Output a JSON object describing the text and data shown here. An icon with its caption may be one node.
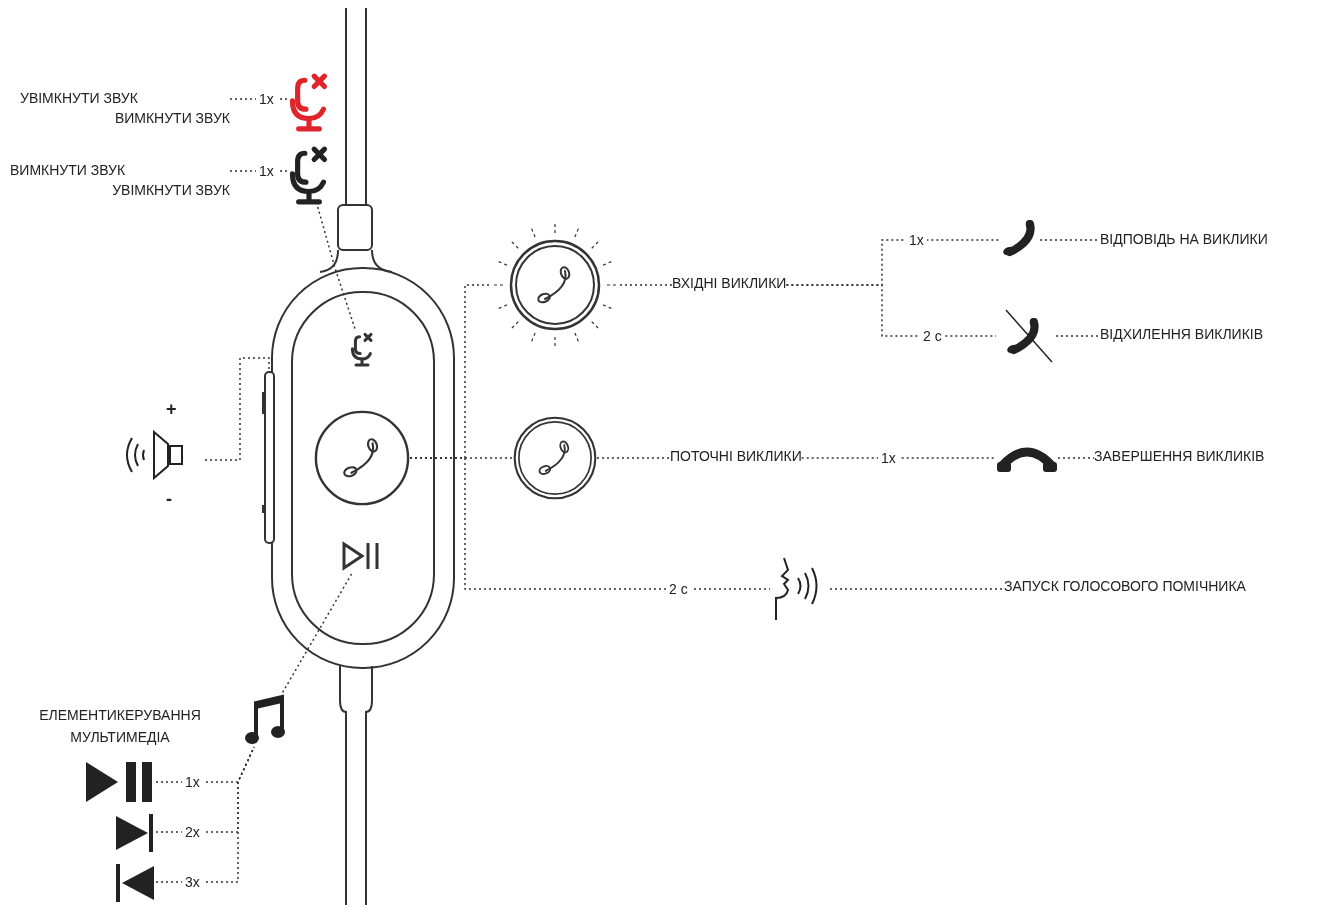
{
  "diagram": {
    "nodes": [
      {
        "text": [],
        "shape": "microphone"
      },
      {
        "text": [],
        "shape": "circle"
      },
      {
        "text": [],
        "shape": "play"
      },
      {
        "text": [],
        "shape": "bar"
      },
      {
        "text": [],
        "shape": "microphone"
      },
      {
        "text": [],
        "shape": "microphone"
      },
      {
        "text": [
          "УВІМКНУТИ ЗВУК",
          "ВИМКНУТИ ЗВУК"
        ]
      },
      {
        "text": [
          "ВИМКНУТИ ЗВУК",
          "УВІМКНУТИ ЗВУК"
        ]
      },
      {
        "text": [],
        "shape": "speaker",
        "beside": [
          "+",
          "-"
        ]
      },
      {
        "text": [],
        "shape": "circle"
      },
      {
        "text": [],
        "shape": "circle"
      },
      {
        "text": [
          "ВХІДНІ ВИКЛИКИ"
        ]
      },
      {
        "text": [],
        "shape": "phone"
      },
      {
        "text": [
          "ВІДПОВІДЬ НА ВИКЛИКИ"
        ]
      },
      {
        "text": [],
        "shape": "phone"
      },
      {
        "text": [
          "ВІДХИЛЕННЯ ВИКЛИКІВ"
        ]
      },
      {
        "text": [
          "ПОТОЧНІ ВИКЛИКИ"
        ]
      },
      {
        "text": [],
        "shape": "phone"
      },
      {
        "text": [
          "ЗАВЕРШЕННЯ ВИКЛИКІВ"
        ]
      },
      {
        "text": [],
        "shape": "person"
      },
      {
        "text": [
          "ЗАПУСК ГОЛОСОВОГО ПОМІЧНИКА"
        ]
      },
      {
        "text": [],
        "shape": "note"
      },
      {
        "text": [],
        "shape": "play"
      },
      {
        "text": [],
        "shape": "play"
      },
      {
        "text": [],
        "shape": "play"
      }
    ],
    "edges": [
      {
        "from": 6,
        "to": 4,
        "arrow": "none",
        "label": "1x"
      },
      {
        "from": 7,
        "to": 5,
        "arrow": "none",
        "label": "1x"
      },
      {
        "from": 5,
        "to": 0,
        "arrow": "none"
      },
      {
        "from": 8,
        "to": 3,
        "arrow": "none"
      },
      {
        "from": 1,
        "to": 9,
        "arrow": "none"
      },
      {
        "from": 1,
        "to": 10,
        "arrow": "none"
      },
      {
        "from": 1,
        "to": 19,
        "arrow": "none",
        "label": "2 с"
      },
      {
        "from": 9,
        "to": 11,
        "arrow": "none"
      },
      {
        "from": 11,
        "to": 12,
        "arrow": "none",
        "label": "1x"
      },
      {
        "from": 12,
        "to": 13,
        "arrow": "none"
      },
      {
        "from": 11,
        "to": 14,
        "arrow": "none",
        "label": "2 с"
      },
      {
        "from": 14,
        "to": 15,
        "arrow": "none"
      },
      {
        "from": 10,
        "to": 16,
        "arrow": "none"
      },
      {
        "from": 16,
        "to": 17,
        "arrow": "none",
        "label": "1x"
      },
      {
        "from": 17,
        "to": 18,
        "arrow": "none"
      },
      {
        "from": 19,
        "to": 20,
        "arrow": "none"
      },
      {
        "from": 2,
        "to": 21,
        "arrow": "none"
      },
      {
        "from": 22,
        "to": 21,
        "arrow": "none",
        "label": "1x"
      },
      {
        "from": 23,
        "to": 21,
        "arrow": "none",
        "label": "2x"
      },
      {
        "from": 24,
        "to": 21,
        "arrow": "none",
        "label": "3x"
      }
    ],
    "labels": [
      "ЕЛЕМЕНТИКЕРУВАННЯ МУЛЬТИМЕДІА"
    ]
  }
}
